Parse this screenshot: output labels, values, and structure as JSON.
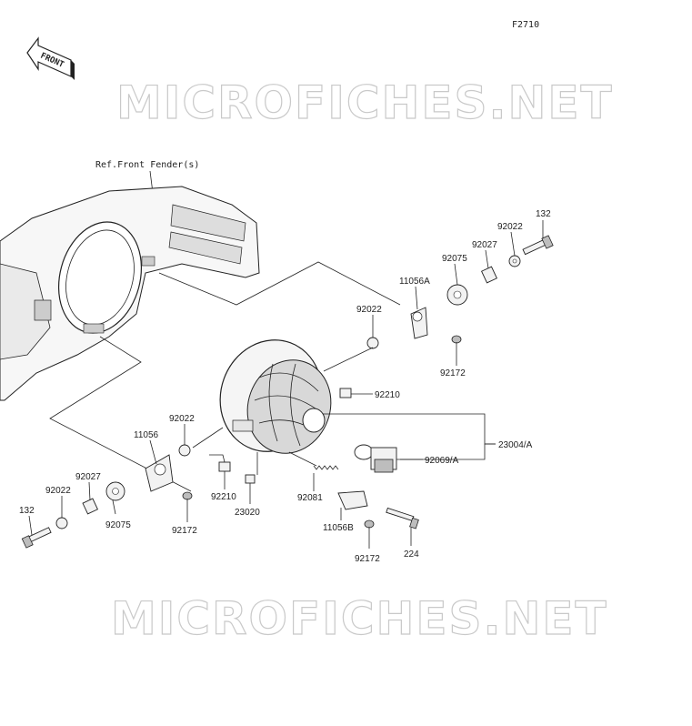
{
  "figure_code": "F2710",
  "front_arrow_label": "FRONT",
  "watermark": "MICROFICHES.NET",
  "reference_label": "Ref.Front Fender(s)",
  "parts": {
    "p132_right": "132",
    "p92022_top_right": "92022",
    "p92027_right": "92027",
    "p92075_right": "92075",
    "p11056A": "11056A",
    "p92022_mid": "92022",
    "p92172_right": "92172",
    "p92210_right": "92210",
    "p23004A": "23004/A",
    "p92069A": "92069/A",
    "p92022_left": "92022",
    "p11056": "11056",
    "p92027_left": "92027",
    "p92022_far_left": "92022",
    "p132_left": "132",
    "p92075_left": "92075",
    "p92172_left": "92172",
    "p92210_left": "92210",
    "p23020": "23020",
    "p92081": "92081",
    "p11056B": "11056B",
    "p92172_bottom": "92172",
    "p224": "224"
  }
}
